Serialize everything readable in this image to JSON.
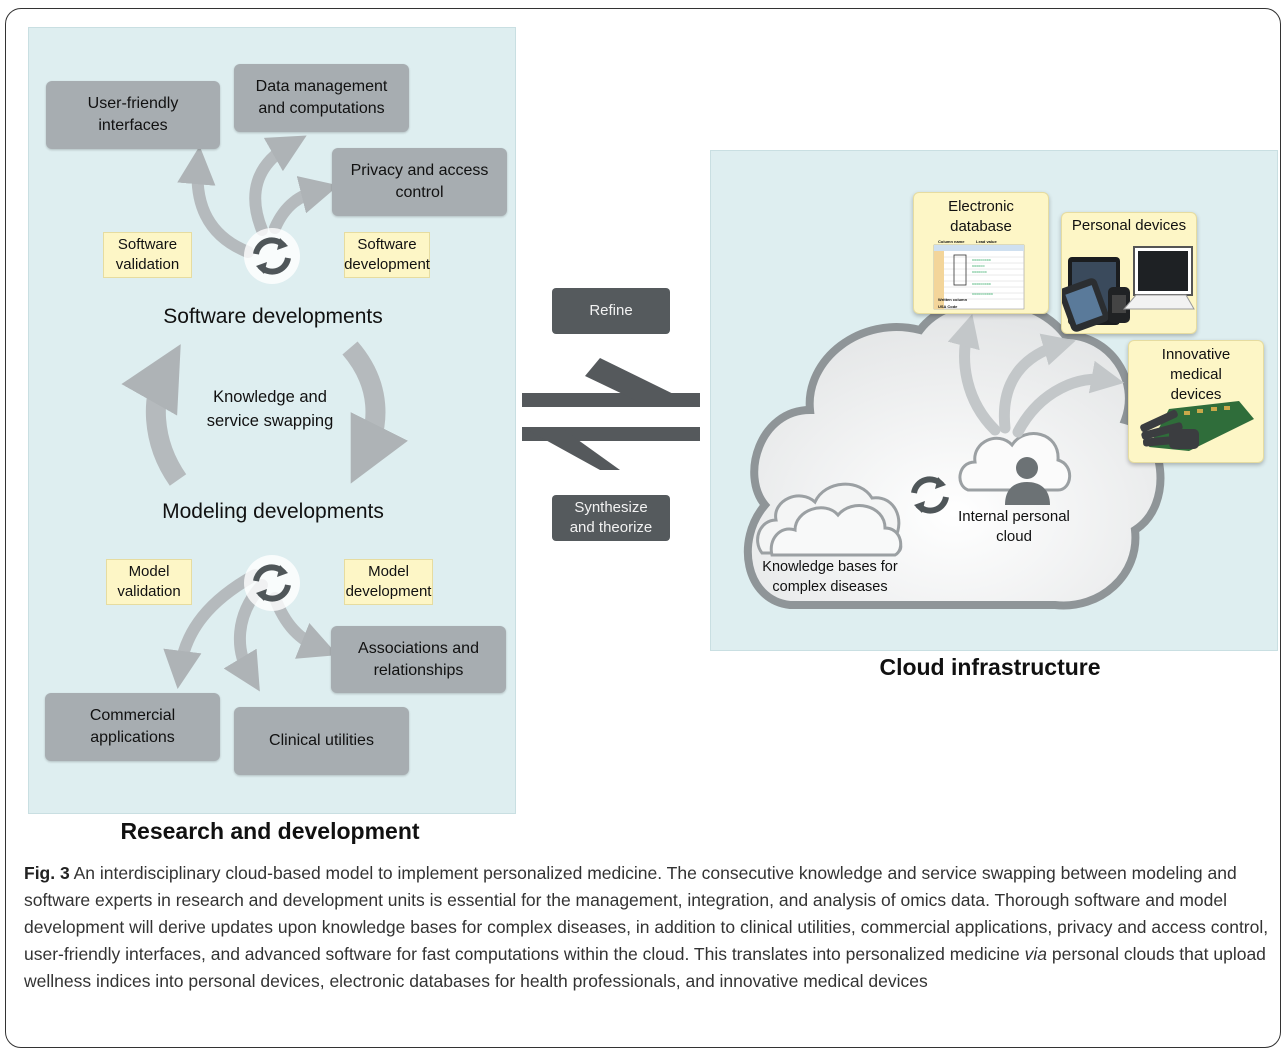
{
  "left_panel": {
    "title": "Research and development",
    "software": {
      "heading": "Software developments",
      "boxes": {
        "user_friendly": "User-friendly interfaces",
        "data_management": "Data management and computations",
        "privacy": "Privacy and access control"
      },
      "notes": {
        "validation": "Software validation",
        "development": "Software development"
      }
    },
    "cycle_label": "Knowledge and service swapping",
    "modeling": {
      "heading": "Modeling developments",
      "notes": {
        "validation": "Model validation",
        "development": "Model development"
      },
      "boxes": {
        "associations": "Associations and relationships",
        "commercial": "Commercial applications",
        "clinical": "Clinical utilities"
      }
    }
  },
  "middle": {
    "refine": "Refine",
    "synthesize": "Synthesize and theorize"
  },
  "right_panel": {
    "title": "Cloud infrastructure",
    "cards": {
      "electronic_database": "Electronic database",
      "personal_devices": "Personal devices",
      "innovative_devices": "Innovative medical devices"
    },
    "db_image_labels": {
      "column_name": "Column name",
      "lead_value": "Lead value",
      "written_column": "Written column",
      "usa_code": "USA Code"
    },
    "cloud_labels": {
      "knowledge_bases": "Knowledge bases for complex diseases",
      "internal_cloud": "Internal personal cloud"
    }
  },
  "caption": {
    "fig": "Fig. 3",
    "text_before_via": " An interdisciplinary cloud-based model to implement personalized medicine. The consecutive knowledge and service swapping between modeling and software experts in research and development units is essential for the management, integration, and analysis of omics data. Thorough software and model development will derive updates upon knowledge bases for complex diseases, in addition to clinical utilities, commercial applications, privacy and access control, user-friendly interfaces, and advanced software for fast computations within the cloud. This translates into personalized medicine ",
    "via": "via",
    "text_after_via": " personal clouds that upload wellness indices into personal devices, electronic databases for health professionals, and innovative medical devices"
  },
  "colors": {
    "panel": "#deeef0",
    "gray_box": "#a7adb1",
    "dark_box": "#555a5d",
    "note": "#fdf6c6"
  }
}
